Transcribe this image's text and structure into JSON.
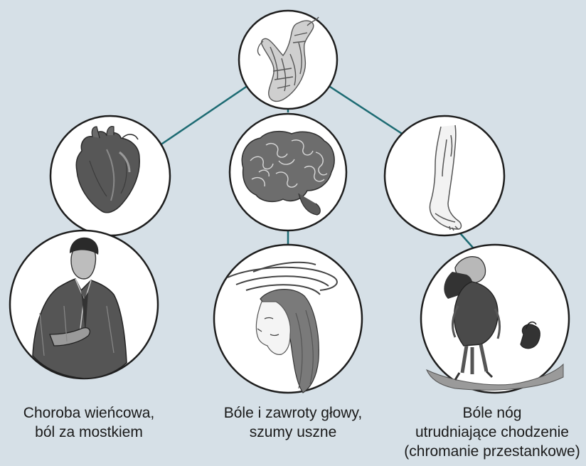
{
  "diagram": {
    "colors": {
      "background": "#d6e0e7",
      "connector": "#1d6b73",
      "circle_fill": "#ffffff",
      "circle_stroke": "#1e1e1e",
      "sketch": "#4a4a4a"
    },
    "nodes": [
      {
        "id": "root",
        "icon": "artery-sketch-icon"
      },
      {
        "id": "heart",
        "icon": "heart-sketch-icon"
      },
      {
        "id": "brain",
        "icon": "brain-sketch-icon"
      },
      {
        "id": "leg",
        "icon": "leg-sketch-icon"
      },
      {
        "id": "man",
        "icon": "man-chest-pain-icon"
      },
      {
        "id": "woman",
        "icon": "dizzy-woman-icon"
      },
      {
        "id": "elder",
        "icon": "bent-elderly-person-icon"
      }
    ],
    "labels": {
      "left": [
        "Choroba wieńcowa,",
        "ból za mostkiem"
      ],
      "center": [
        "Bóle i zawroty głowy,",
        "szumy uszne"
      ],
      "right": [
        "Bóle nóg",
        "utrudniające chodzenie",
        "(chromanie przestankowe)"
      ]
    }
  }
}
